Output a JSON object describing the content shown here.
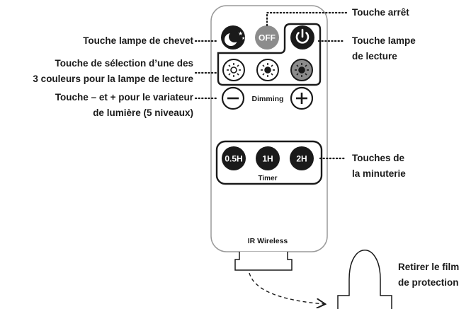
{
  "remote": {
    "off_label": "OFF",
    "dimming_label": "Dimming",
    "timer_buttons": [
      "0.5H",
      "1H",
      "2H"
    ],
    "timer_label": "Timer",
    "footer_label": "IR Wireless"
  },
  "annotations": {
    "off_key": "Touche arrêt",
    "bedside_key": "Touche lampe de chevet",
    "reading_key_line1": "Touche lampe",
    "reading_key_line2": "de lecture",
    "color_select_line1": "Touche de sélection d’une des",
    "color_select_line2": "3 couleurs pour la lampe de lecture",
    "dimmer_line1": "Touche – et + pour le variateur",
    "dimmer_line2": "de lumière (5 niveaux)",
    "timer_keys_line1": "Touches de",
    "timer_keys_line2": "la minuterie",
    "film_line1": "Retirer le film",
    "film_line2": "de protection"
  },
  "colors": {
    "ink": "#1a1a1a",
    "off_button": "#8c8c8c",
    "body_outline": "#9a9a9a"
  },
  "icons": [
    "moon-star-icon",
    "power-icon",
    "sun-icon",
    "minus-icon",
    "plus-icon"
  ]
}
